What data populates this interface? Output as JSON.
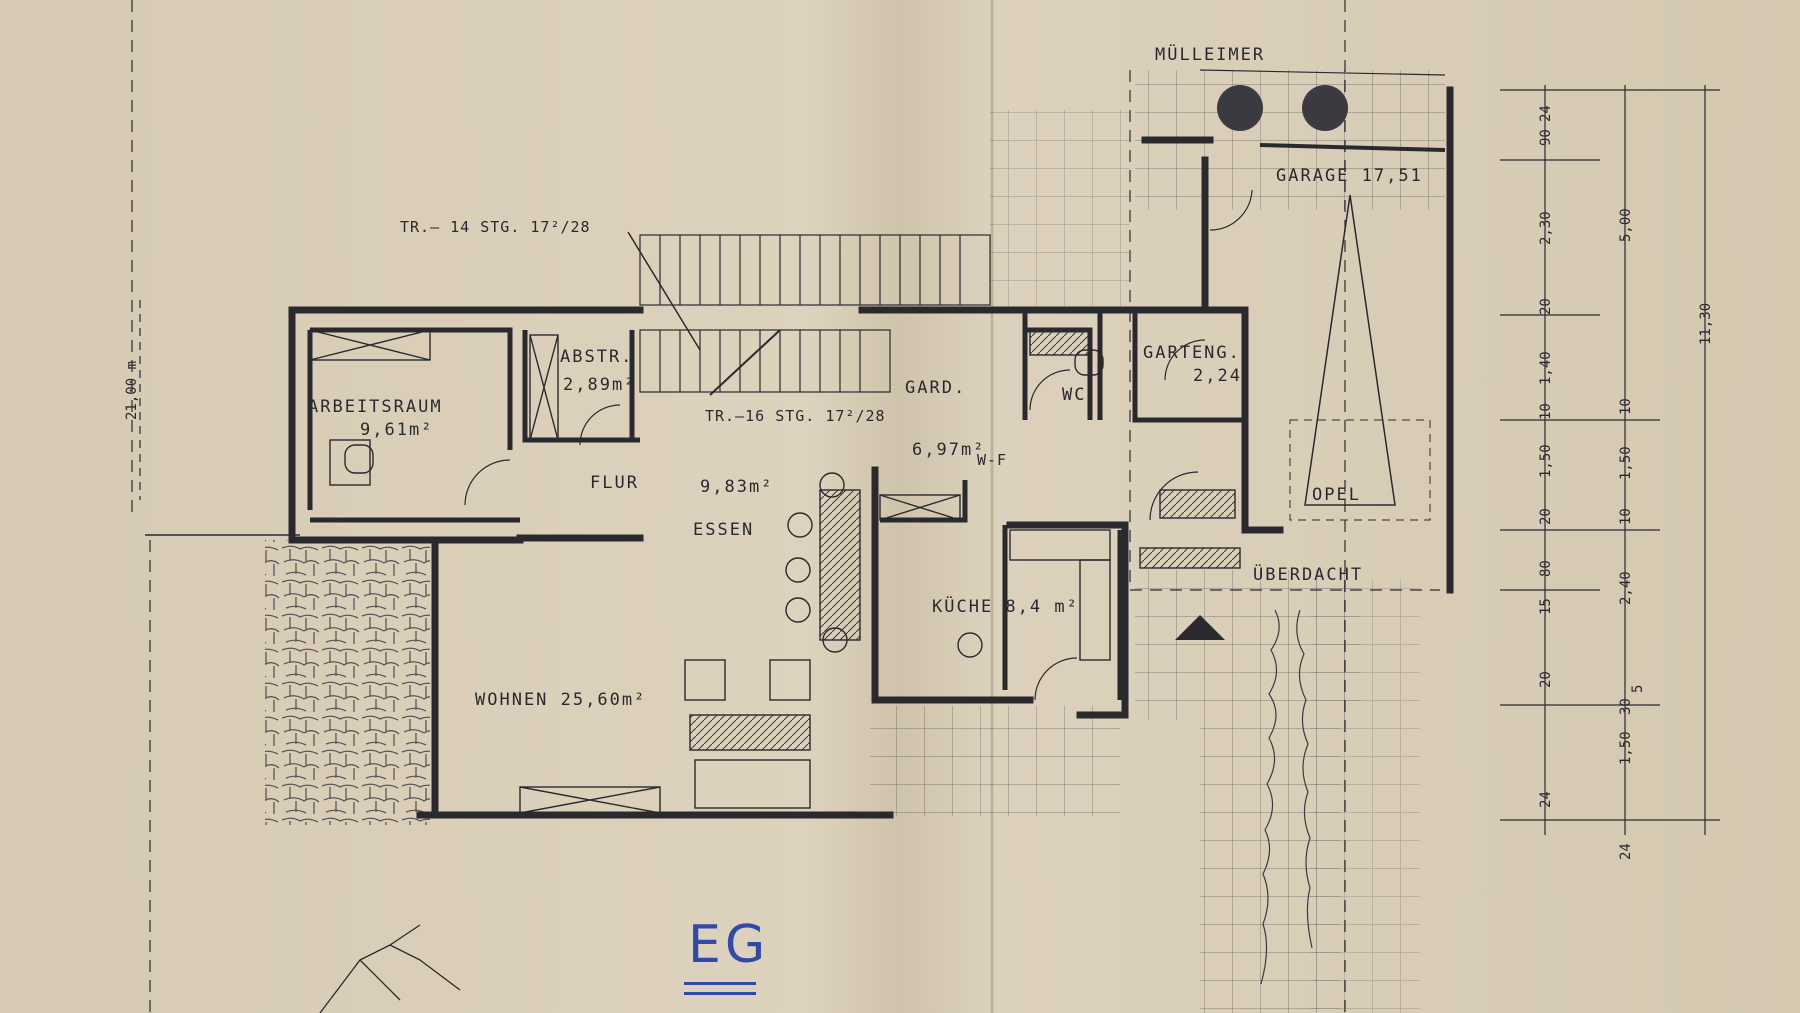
{
  "plan": {
    "rooms": {
      "arbeitsraum": "ARBEITSRAUM",
      "arbeitsraum_area": "9,61m²",
      "abstr": "ABSTR.",
      "abstr_area": "2,89m²",
      "flur": "FLUR",
      "flur_area": "9,83m²",
      "essen": "ESSEN",
      "wohnen": "WOHNEN 25,60m²",
      "gard": "GARD.",
      "gard_area": "6,97m²",
      "wf": "W-F",
      "wc": "WC",
      "garteng": "GARTENG.",
      "garteng_area": "2,24",
      "kueche": "KÜCHE 8,4 m²",
      "garage": "GARAGE 17,51",
      "muelleimer": "MÜLLEIMER",
      "ueberdacht": "ÜBERDACHT",
      "opel": "OPEL"
    },
    "stairs": {
      "upper": "TR.– 14 STG. 17²/28",
      "lower": "TR.–16 STG. 17²/28"
    },
    "floor_label": "EG"
  },
  "dimensions": {
    "left_total": "21,00 m",
    "col1": [
      "24",
      "90",
      "2,30",
      "20",
      "1,40",
      "10",
      "1,50",
      "20",
      "80",
      "15",
      "20",
      "24"
    ],
    "col2": [
      "5,00",
      "10",
      "1,50",
      "10",
      "2,40",
      "30",
      "5",
      "1,50",
      "24"
    ],
    "col3_total": "11,30"
  },
  "colors": {
    "ink": "#2a2a2e",
    "paper": "#d9cdb8",
    "blue_ink": "#2f4aa8"
  }
}
